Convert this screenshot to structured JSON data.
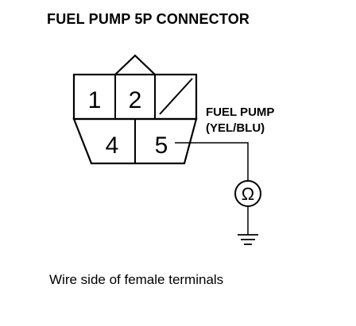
{
  "diagram": {
    "title": "FUEL PUMP 5P CONNECTOR",
    "caption": "Wire side of female terminals",
    "terminals": [
      {
        "number": "1"
      },
      {
        "number": "2"
      },
      {
        "number": "4"
      },
      {
        "number": "5"
      }
    ],
    "wire": {
      "name": "FUEL PUMP",
      "color_code": "(YEL/BLU)"
    },
    "meter_symbol": "Ω",
    "line_color": "#000000"
  }
}
